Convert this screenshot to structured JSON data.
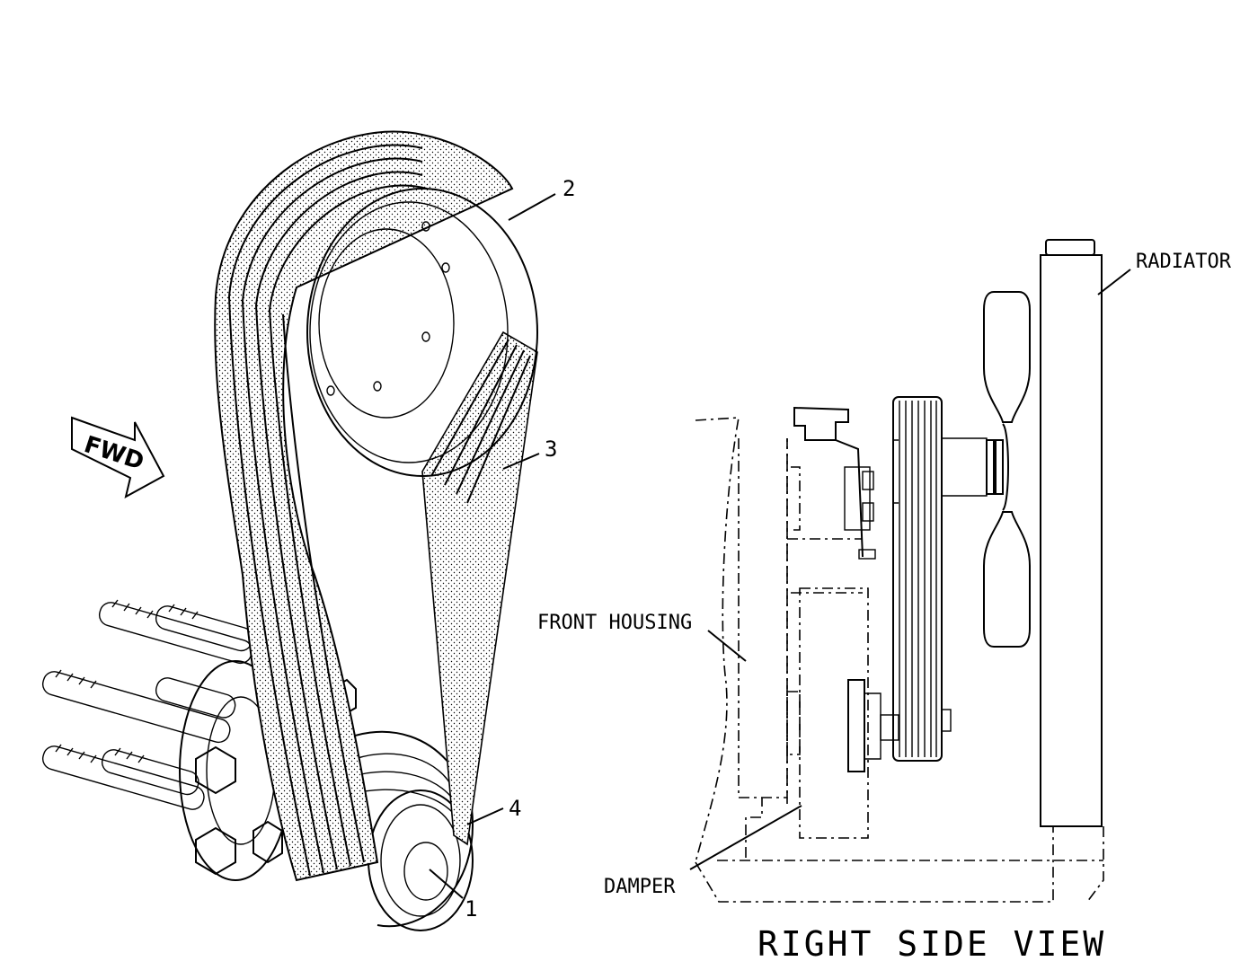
{
  "labels": {
    "fwd": "FWD",
    "callout_1": "1",
    "callout_2": "2",
    "callout_3": "3",
    "callout_4": "4",
    "radiator": "RADIATOR",
    "front_housing": "FRONT HOUSING",
    "damper": "DAMPER",
    "view_title": "RIGHT SIDE VIEW"
  }
}
